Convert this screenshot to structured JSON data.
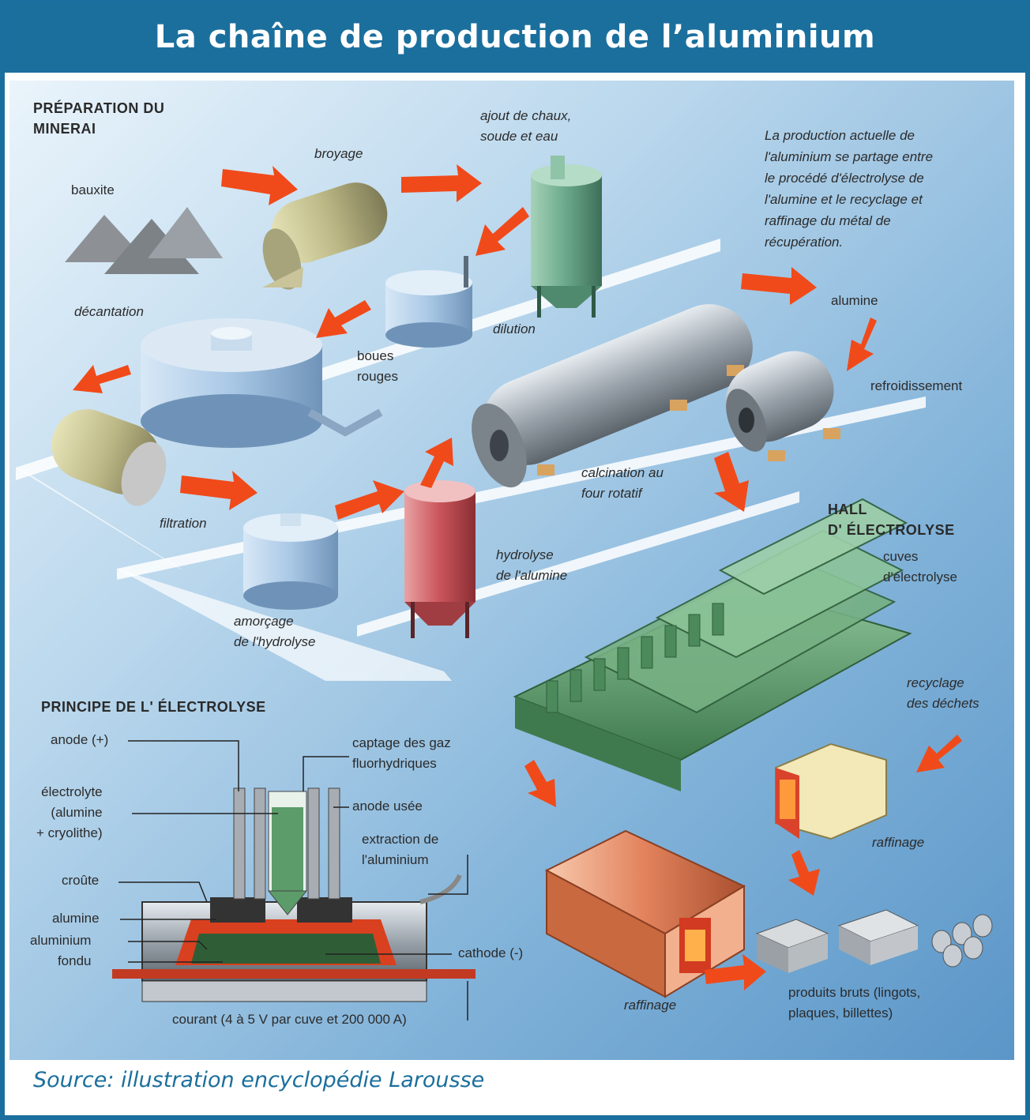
{
  "title": "La chaîne de production de l’aluminium",
  "sections": {
    "preparation": "PRÉPARATION DU\nMINERAI",
    "hall": "HALL\nD' ÉLECTROLYSE",
    "principe": "PRINCIPE DE L' ÉLECTROLYSE"
  },
  "process_labels": {
    "bauxite": "bauxite",
    "broyage": "broyage",
    "ajout": "ajout de chaux,\nsoude et eau",
    "dilution": "dilution",
    "decantation": "décantation",
    "boues": "boues\nrouges",
    "filtration": "filtration",
    "amorcage": "amorçage\nde l'hydrolyse",
    "hydrolyse": "hydrolyse\nde l'alumine",
    "calcination": "calcination au\nfour rotatif",
    "alumine": "alumine",
    "refroidissement": "refroidissement",
    "cuves": "cuves\nd'électrolyse",
    "recyclage": "recyclage\ndes déchets",
    "raffinage1": "raffinage",
    "raffinage2": "raffinage",
    "produits": "produits bruts (lingots,\nplaques, billettes)"
  },
  "note": "La production actuelle de\nl'aluminium se partage entre\nle procédé d'électrolyse de\nl'alumine et le recyclage et\nraffinage du métal de\nrécupération.",
  "electrolysis_labels": {
    "anode": "anode (+)",
    "electrolyte": "électrolyte\n(alumine\n+ cryolithe)",
    "croute": "croûte",
    "alumine": "alumine",
    "aluminium": "aluminium\nfondu",
    "captage": "captage des gaz\nfluorhydriques",
    "anode_usee": "anode usée",
    "extraction": "extraction de\nl'aluminium",
    "cathode": "cathode (-)",
    "courant": "courant (4 à 5 V par cuve et 200 000 A)"
  },
  "source": "Source: illustration encyclopédie Larousse",
  "colors": {
    "header": "#1b6f9d",
    "arrow": "#f04a1a",
    "tank_blue": "#a9c8e6",
    "silo_green": "#6aa88a",
    "silo_red": "#c9545a",
    "cell_green": "#5f9c6c",
    "metal": "#9aa3ab",
    "furnace": "#e2825c"
  }
}
